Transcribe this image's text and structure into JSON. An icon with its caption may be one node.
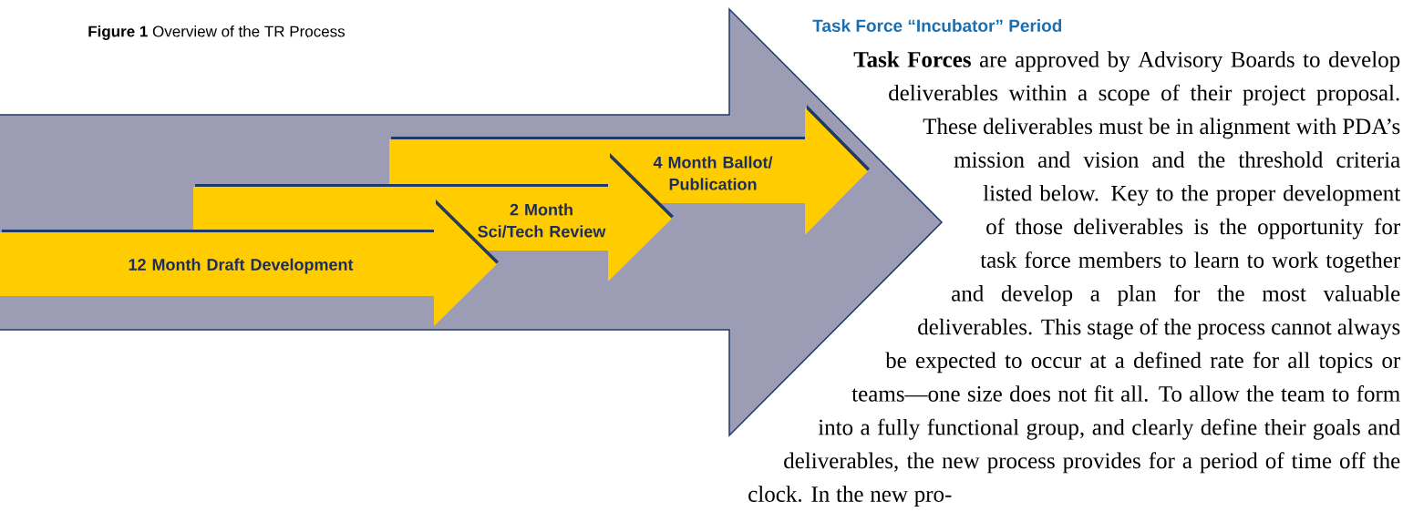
{
  "diagram": {
    "title": "**Figure 1** Overview of the TR Process",
    "nodes": [
      {
        "text": [],
        "shape": "arrow"
      },
      {
        "text": [
          "12 Month Draft Development"
        ],
        "in": 0
      },
      {
        "text": [
          "2 Month Sci/Tech Review"
        ],
        "in": 0
      },
      {
        "text": [
          "4 Month Ballot/ Publication"
        ],
        "in": 0
      }
    ],
    "labels": [
      "Task Force “Incubator” Period",
      "**Task Forces** are approved by Advisory Boards to develop deliverables within a scope of their project proposal. These deliverables must be in alignment with PDA’s mission and vision and the threshold criteria listed below. Key to the proper development of those deliverables is the opportunity for task force members to learn to work together and develop a plan for the most valuable deliverables. This stage of the process cannot always be expected to occur at a defined rate for all topics or teams—one size does not fit all. To allow the team to form into a fully functional group, and clearly define their goals and deliverables, the new process provides for a period of time off the clock. In the new pro-"
    ]
  }
}
